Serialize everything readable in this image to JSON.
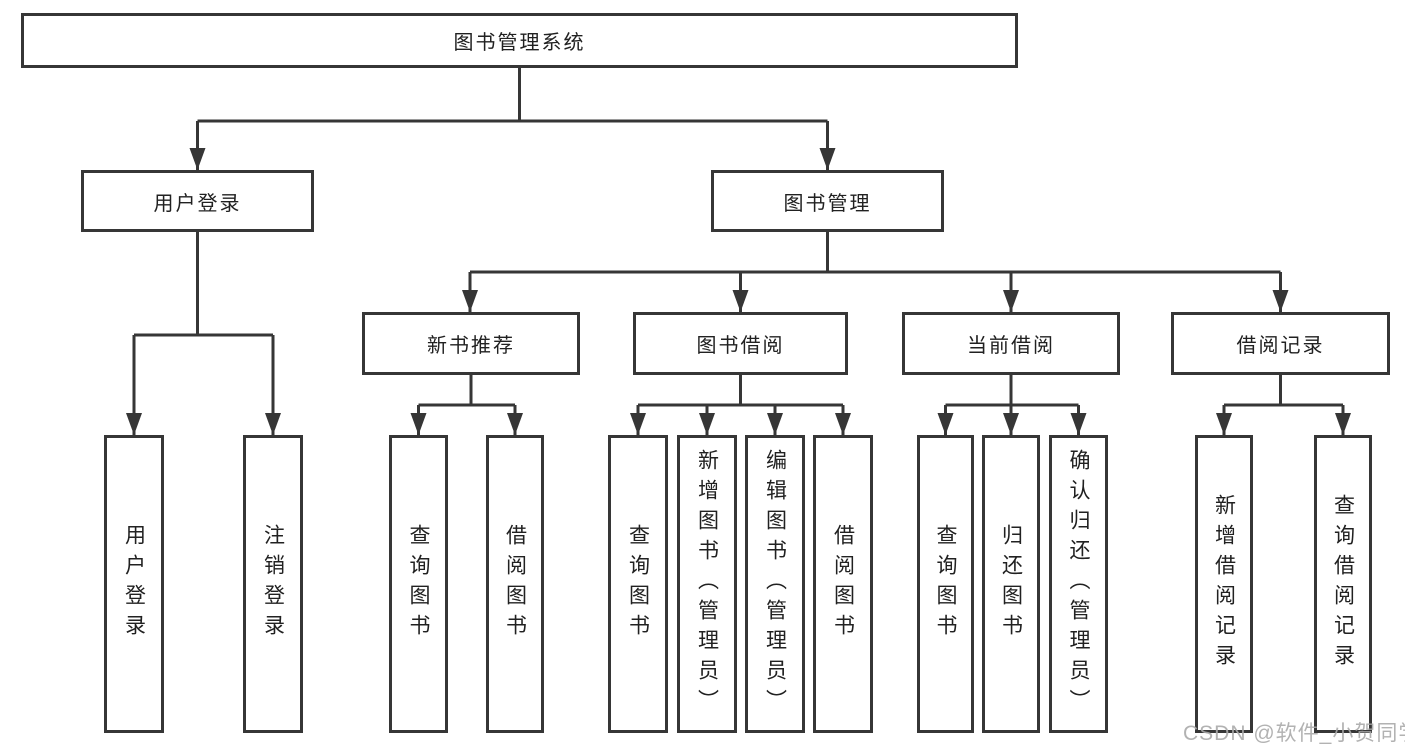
{
  "diagram": {
    "root": {
      "label": "图书管理系统"
    },
    "user_login_branch": {
      "label": "用户登录",
      "children": [
        {
          "label": "用户登录"
        },
        {
          "label": "注销登录"
        }
      ]
    },
    "book_management_branch": {
      "label": "图书管理",
      "groups": [
        {
          "label": "新书推荐",
          "children": [
            {
              "label": "查询图书"
            },
            {
              "label": "借阅图书"
            }
          ]
        },
        {
          "label": "图书借阅",
          "children": [
            {
              "label": "查询图书"
            },
            {
              "label": "新增图书（管理员）"
            },
            {
              "label": "编辑图书（管理员）"
            },
            {
              "label": "借阅图书"
            }
          ]
        },
        {
          "label": "当前借阅",
          "children": [
            {
              "label": "查询图书"
            },
            {
              "label": "归还图书"
            },
            {
              "label": "确认归还（管理员）"
            }
          ]
        },
        {
          "label": "借阅记录",
          "children": [
            {
              "label": "新增借阅记录"
            },
            {
              "label": "查询借阅记录"
            }
          ]
        }
      ]
    },
    "watermark": "CSDN @软件_小贺同学",
    "colors": {
      "line": "#363636",
      "text": "#212121",
      "watermark": "#aaaaaa",
      "background": "#ffffff"
    }
  }
}
